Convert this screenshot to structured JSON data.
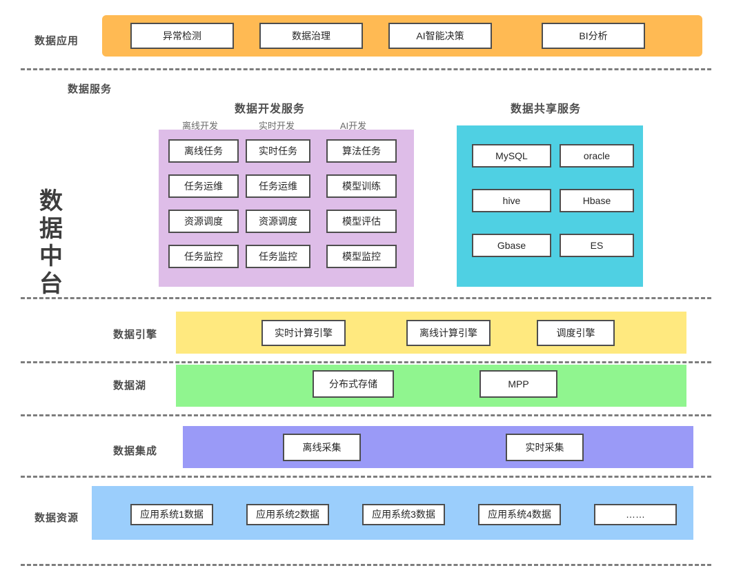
{
  "diagram": {
    "platform_title": [
      "数",
      "据",
      "中",
      "台"
    ],
    "layers": {
      "application": {
        "label": "数据应用",
        "color": "#FFBA53",
        "items": [
          "异常检测",
          "数据治理",
          "AI智能决策",
          "BI分析"
        ]
      },
      "service": {
        "label": "数据服务",
        "panels": [
          {
            "title": "数据开发服务",
            "color": "#DEBDE8",
            "columns": [
              {
                "label": "离线开发",
                "items": [
                  "离线任务",
                  "任务运维",
                  "资源调度",
                  "任务监控"
                ]
              },
              {
                "label": "实时开发",
                "items": [
                  "实时任务",
                  "任务运维",
                  "资源调度",
                  "任务监控"
                ]
              },
              {
                "label": "AI开发",
                "items": [
                  "算法任务",
                  "模型训练",
                  "模型评估",
                  "模型监控"
                ]
              }
            ]
          },
          {
            "title": "数据共享服务",
            "color": "#4FD0E3",
            "items": [
              "MySQL",
              "oracle",
              "hive",
              "Hbase",
              "Gbase",
              "ES"
            ]
          }
        ]
      },
      "engine": {
        "label": "数据引擎",
        "color": "#FFE97F",
        "items": [
          "实时计算引擎",
          "离线计算引擎",
          "调度引擎"
        ]
      },
      "lake": {
        "label": "数据湖",
        "color": "#90F58F",
        "items": [
          "分布式存储",
          "MPP"
        ]
      },
      "integration": {
        "label": "数据集成",
        "color": "#9A9AF7",
        "items": [
          "离线采集",
          "实时采集"
        ]
      },
      "resource": {
        "label": "数据资源",
        "color": "#9BCEFC",
        "items": [
          "应用系统1数据",
          "应用系统2数据",
          "应用系统3数据",
          "应用系统4数据",
          "……"
        ]
      }
    }
  }
}
